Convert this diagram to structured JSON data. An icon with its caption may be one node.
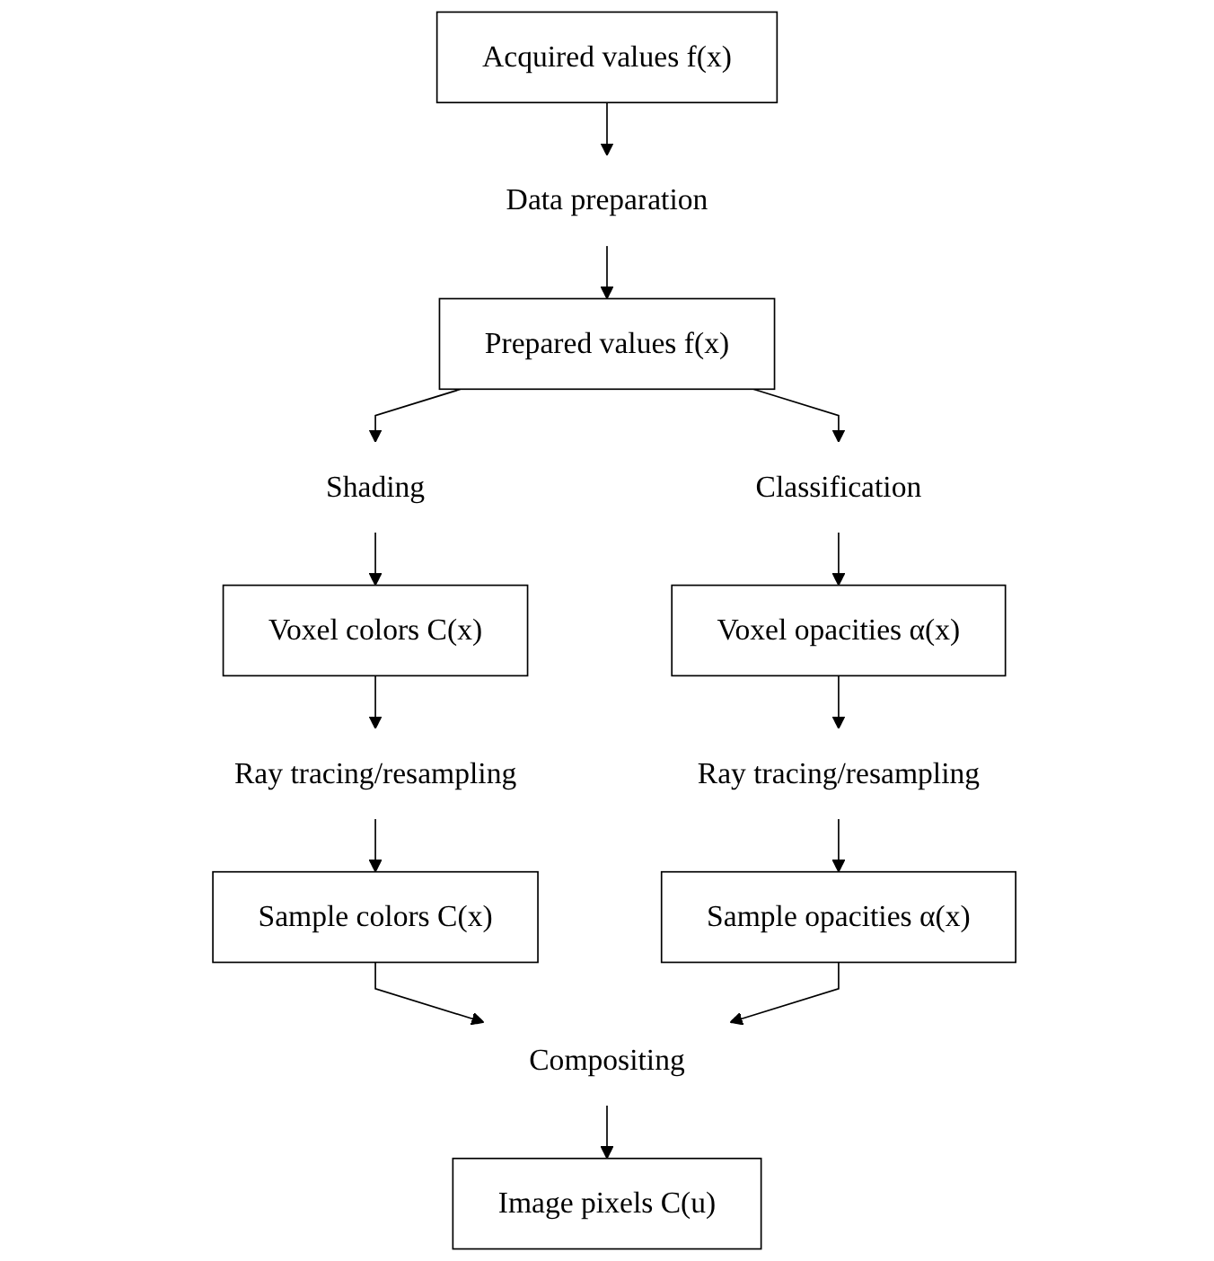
{
  "diagram": {
    "nodes": [
      {
        "text": [
          "Acquired values f(x)"
        ]
      },
      {
        "text": [
          "Data preparation"
        ]
      },
      {
        "text": [
          "Prepared values f(x)"
        ]
      },
      {
        "text": [
          "Shading"
        ]
      },
      {
        "text": [
          "Classification"
        ]
      },
      {
        "text": [
          "Voxel colors C(x)"
        ]
      },
      {
        "text": [
          "Voxel opacities α(x)"
        ]
      },
      {
        "text": [
          "Ray tracing/resampling"
        ]
      },
      {
        "text": [
          "Ray tracing/resampling"
        ]
      },
      {
        "text": [
          "Sample colors C(x)"
        ]
      },
      {
        "text": [
          "Sample opacities α(x)"
        ]
      },
      {
        "text": [
          "Compositing"
        ]
      },
      {
        "text": [
          "Image pixels C(u)"
        ]
      }
    ],
    "edges": [
      {
        "from": 0,
        "to": 1,
        "arrow": "to"
      },
      {
        "from": 1,
        "to": 2,
        "arrow": "to"
      },
      {
        "from": 2,
        "to": 3,
        "arrow": "to"
      },
      {
        "from": 2,
        "to": 4,
        "arrow": "to"
      },
      {
        "from": 3,
        "to": 5,
        "arrow": "to"
      },
      {
        "from": 4,
        "to": 6,
        "arrow": "to"
      },
      {
        "from": 5,
        "to": 7,
        "arrow": "to"
      },
      {
        "from": 6,
        "to": 8,
        "arrow": "to"
      },
      {
        "from": 7,
        "to": 9,
        "arrow": "to"
      },
      {
        "from": 8,
        "to": 10,
        "arrow": "to"
      },
      {
        "from": 9,
        "to": 11,
        "arrow": "to"
      },
      {
        "from": 10,
        "to": 11,
        "arrow": "to"
      },
      {
        "from": 11,
        "to": 12,
        "arrow": "to"
      }
    ]
  }
}
